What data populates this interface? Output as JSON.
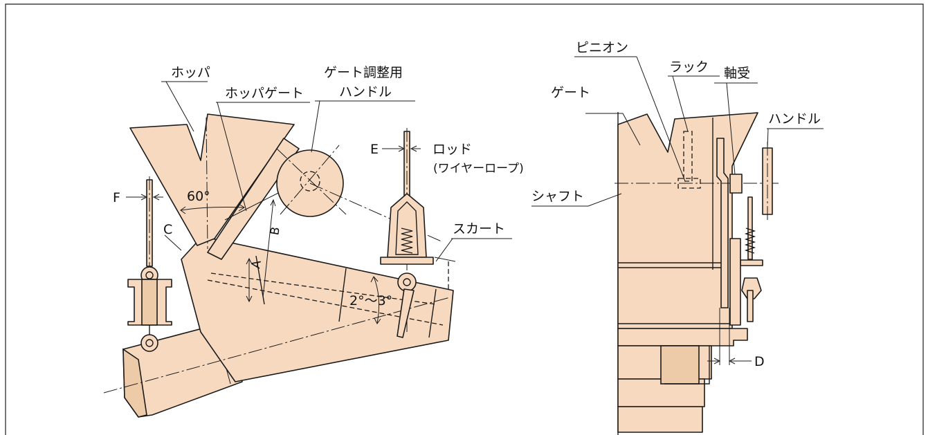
{
  "colors": {
    "part_fill": "#f6d9bf",
    "part_fill_dark": "#eecba8",
    "stroke": "#1a1a1a",
    "background": "#ffffff"
  },
  "left_view": {
    "labels": {
      "hopper": "ホッパ",
      "hopper_gate": "ホッパゲート",
      "gate_handle_line1": "ゲート調整用",
      "gate_handle_line2": "ハンドル",
      "rod": "ロッド",
      "wire_rope": "(ワイヤーロープ)",
      "skirt": "スカート"
    },
    "dimensions": {
      "angle": "60°",
      "slope": "2°～3°",
      "A": "A",
      "B": "B",
      "C": "C",
      "E": "E",
      "F": "F"
    }
  },
  "right_view": {
    "labels": {
      "pinion": "ピニオン",
      "rack": "ラック",
      "bearing": "軸受",
      "gate": "ゲート",
      "handle": "ハンドル",
      "shaft": "シャフト"
    },
    "dimensions": {
      "D": "D"
    }
  }
}
